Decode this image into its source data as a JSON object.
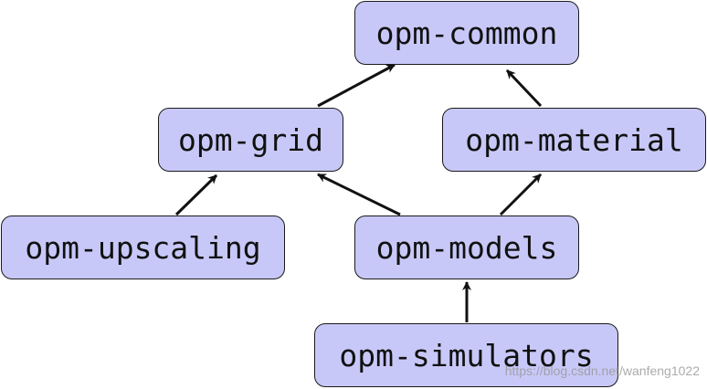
{
  "nodes": {
    "common": "opm-common",
    "grid": "opm-grid",
    "material": "opm-material",
    "upscaling": "opm-upscaling",
    "models": "opm-models",
    "simulators": "opm-simulators"
  },
  "edges": [
    {
      "from": "grid",
      "to": "common"
    },
    {
      "from": "material",
      "to": "common"
    },
    {
      "from": "upscaling",
      "to": "grid"
    },
    {
      "from": "models",
      "to": "grid"
    },
    {
      "from": "models",
      "to": "material"
    },
    {
      "from": "simulators",
      "to": "models"
    }
  ],
  "watermark": "https://blog.csdn.net/wanfeng1022",
  "colors": {
    "node_fill": "#c8c8f8",
    "node_border": "#1a1a1a",
    "arrow": "#111111"
  }
}
